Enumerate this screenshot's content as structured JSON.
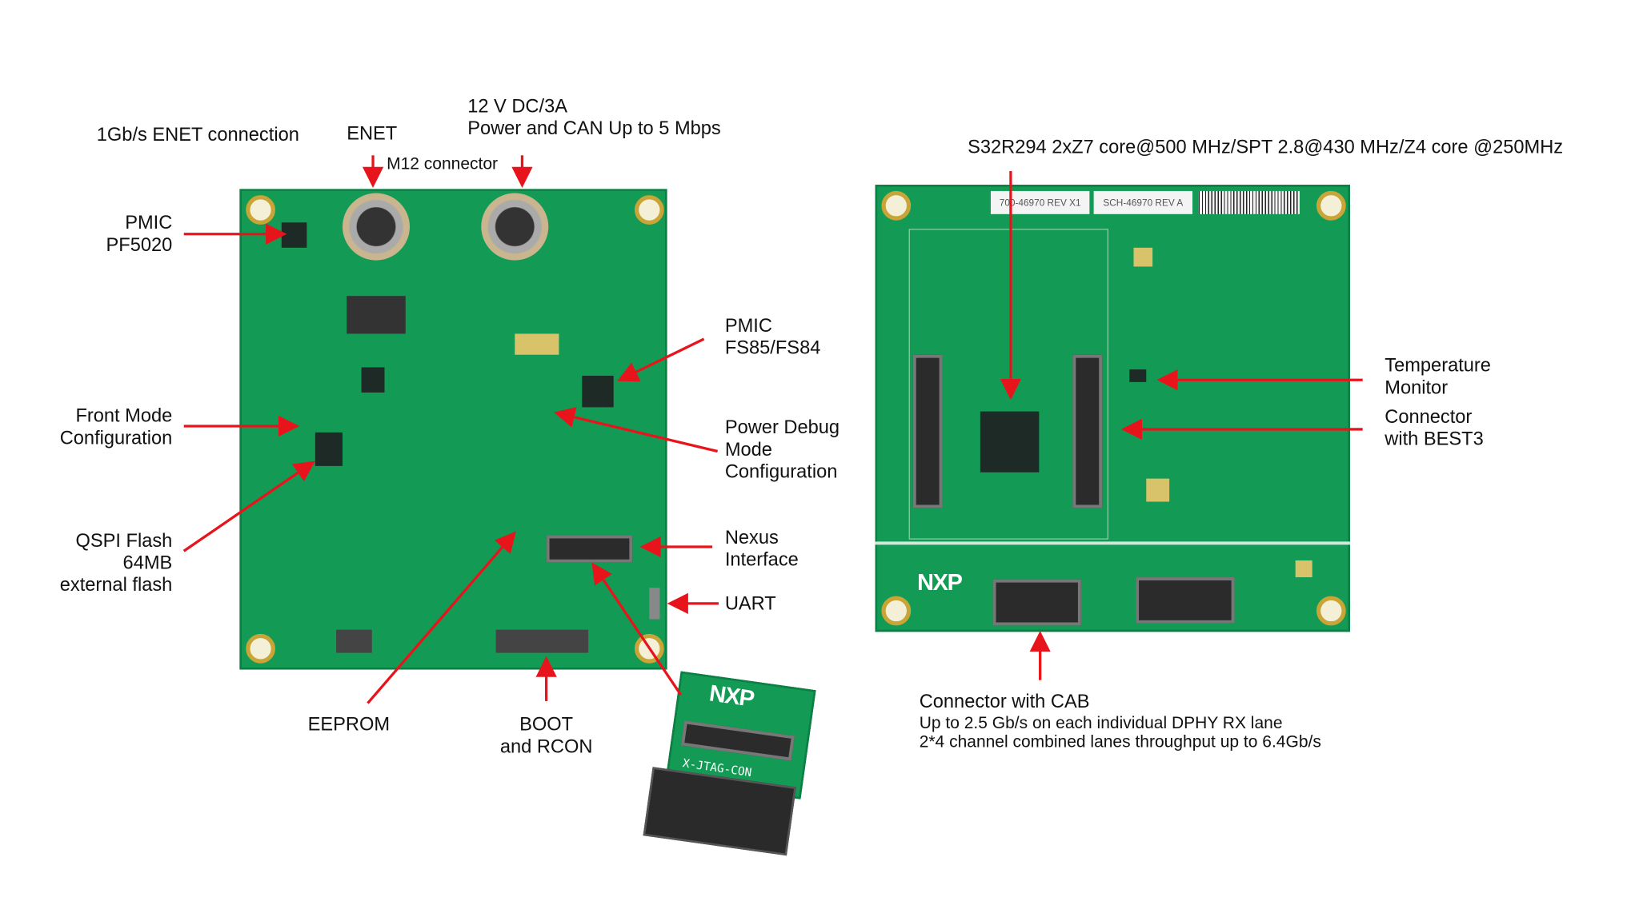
{
  "left_board": {
    "enet_connection": "1Gb/s ENET connection",
    "enet": "ENET",
    "power_line1": "12 V DC/3A",
    "power_line2": "Power and CAN Up to 5 Mbps",
    "m12_connector": "M12 connector",
    "pmic_pf": [
      "PMIC",
      "PF5020"
    ],
    "front_mode": [
      "Front Mode",
      "Configuration"
    ],
    "qspi": [
      "QSPI Flash",
      "64MB",
      "external flash"
    ],
    "pmic_fs": [
      "PMIC",
      "FS85/FS84"
    ],
    "power_debug": [
      "Power Debug",
      "Mode",
      "Configuration"
    ],
    "nexus": [
      "Nexus",
      "Interface"
    ],
    "uart": "UART",
    "eeprom": "EEPROM",
    "boot": [
      "BOOT",
      "and RCON"
    ]
  },
  "right_board": {
    "soc": "S32R294 2xZ7 core@500 MHz/SPT 2.8@430 MHz/Z4 core @250MHz",
    "temperature": [
      "Temperature",
      "Monitor"
    ],
    "best3": [
      "Connector",
      "with BEST3"
    ],
    "cab_title": "Connector with CAB",
    "cab_line1": "Up to 2.5 Gb/s on each individual DPHY RX lane",
    "cab_line2": "2*4 channel combined lanes throughput up to 6.4Gb/s",
    "sticker1": "700-46970 REV X1",
    "sticker2": "SCH-46970 REV A"
  },
  "logos": {
    "nxp": "NXP",
    "jtag": "X-JTAG-CON"
  },
  "colors": {
    "arrow": "#e8141c",
    "pcb": "#139a55"
  }
}
